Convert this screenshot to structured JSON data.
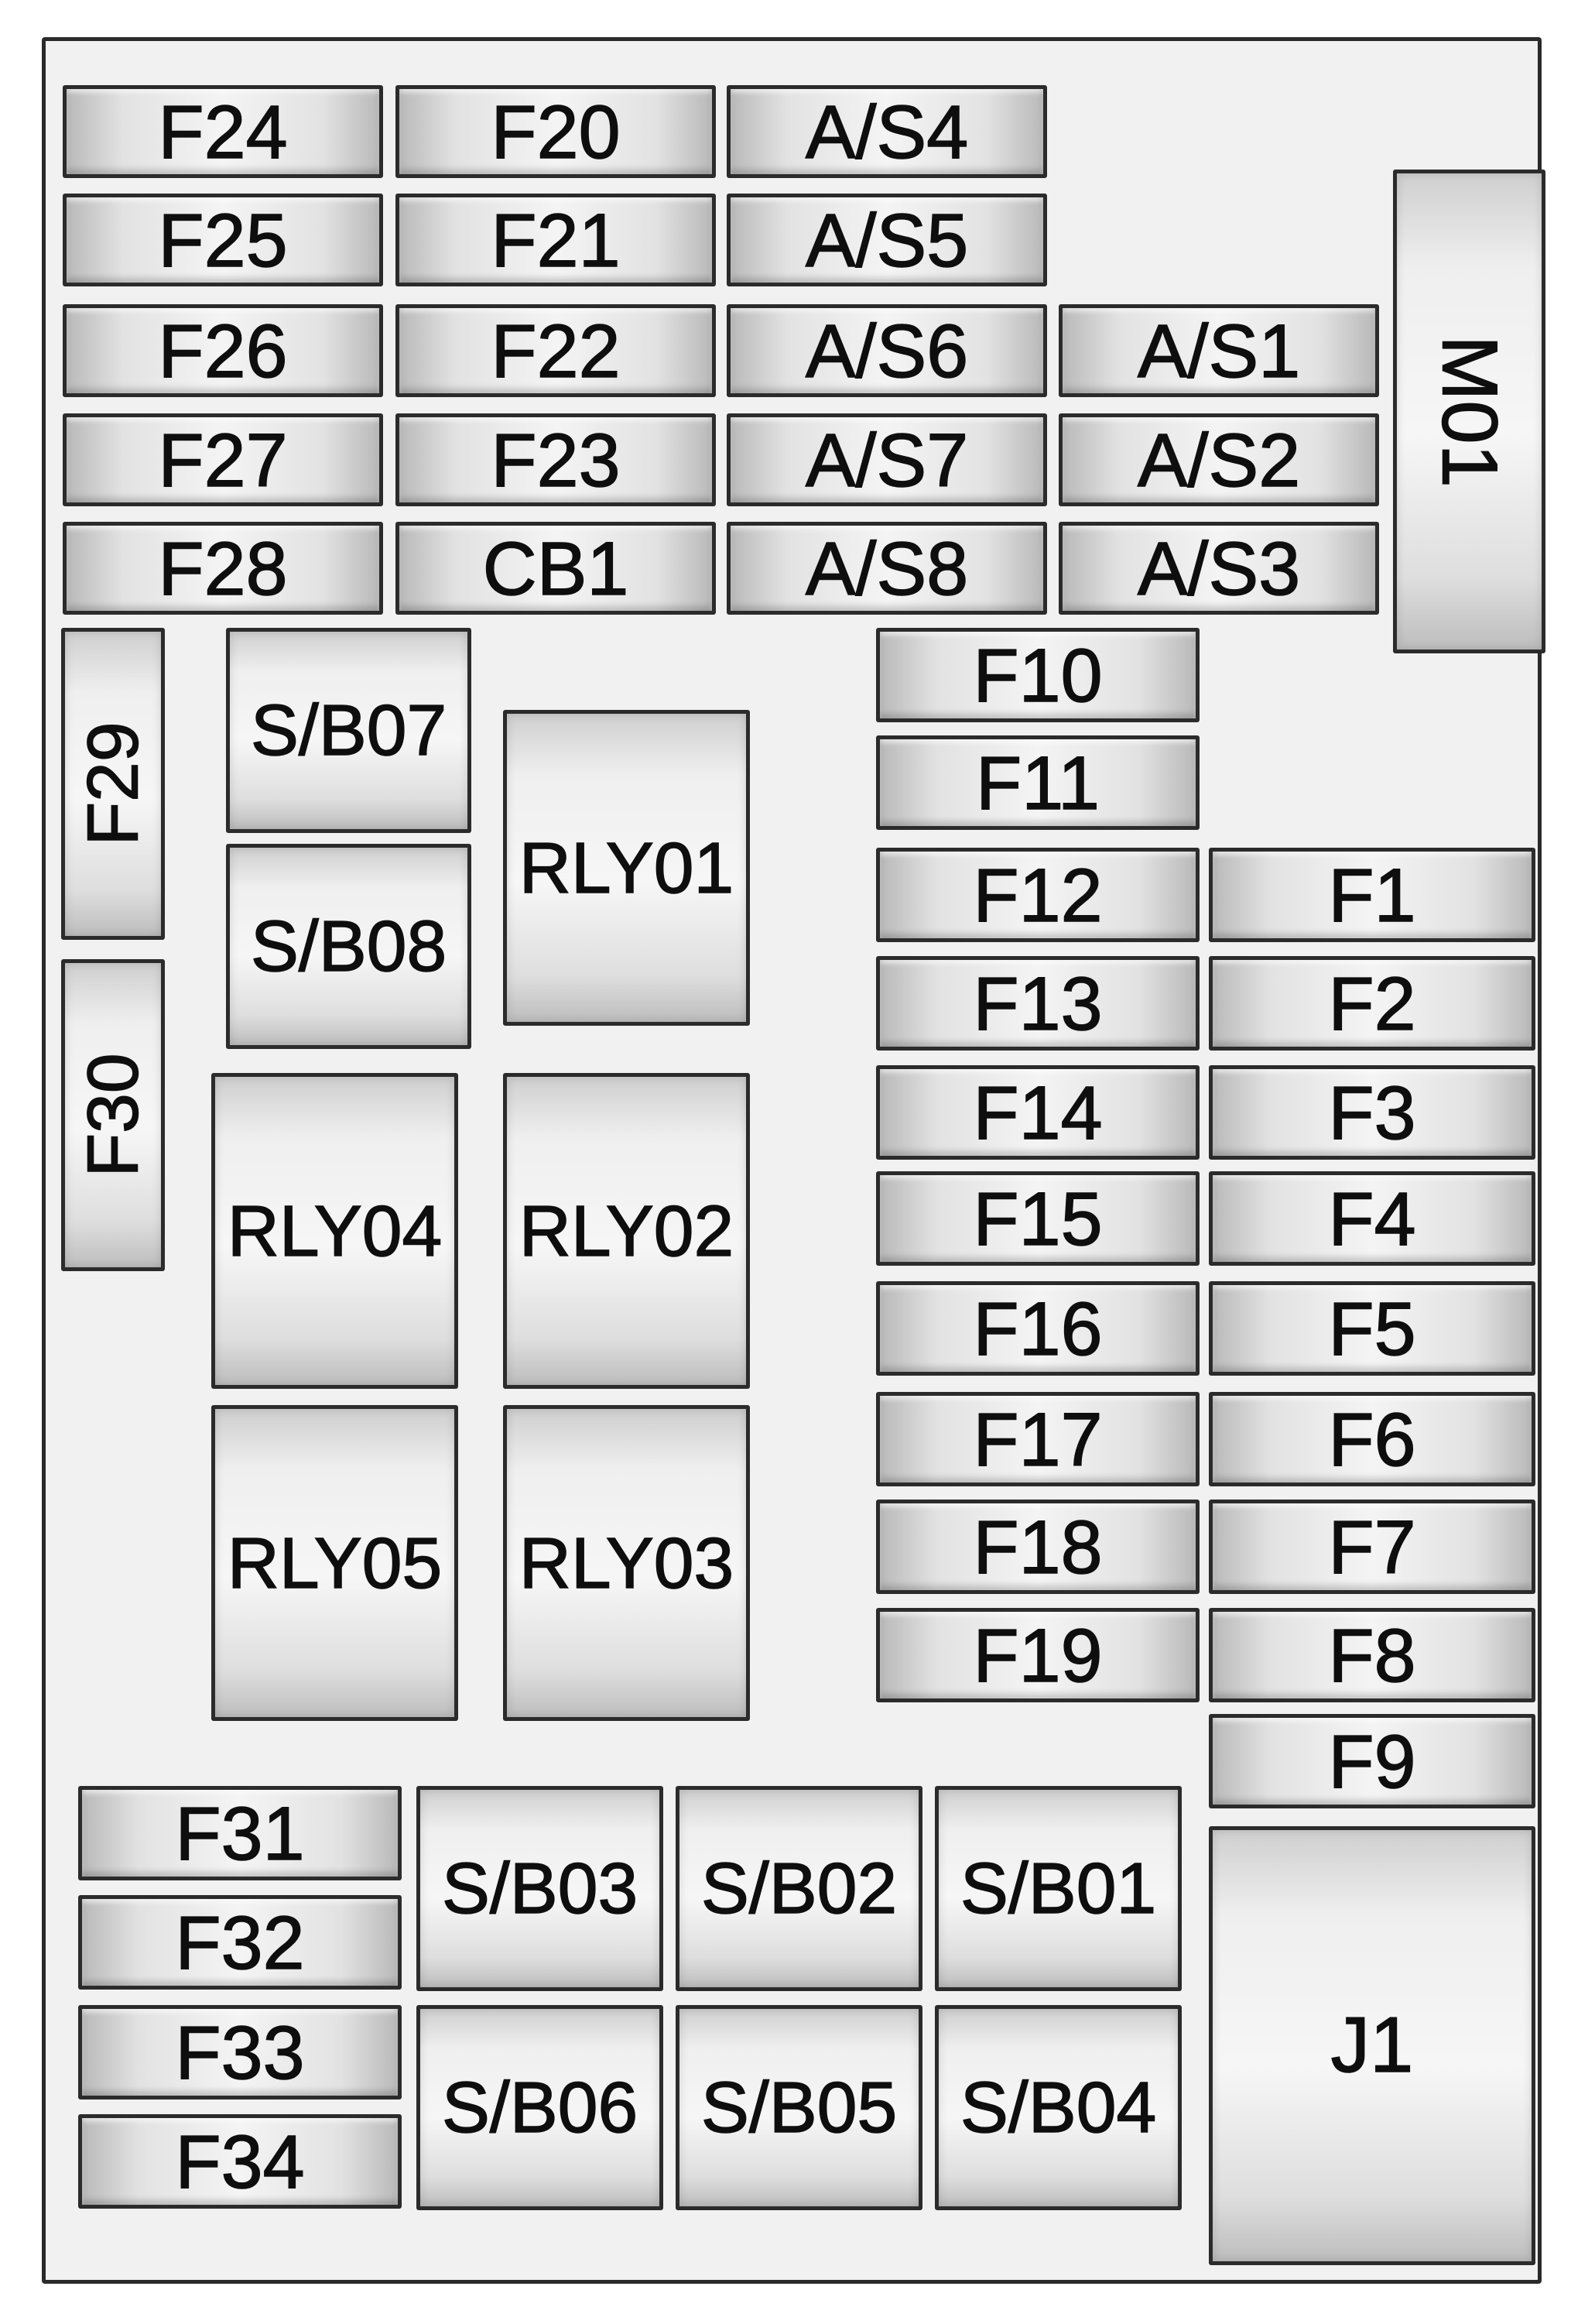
{
  "fuse_block": {
    "row1": [
      "F24",
      "F20",
      "A/S4"
    ],
    "row2": [
      "F25",
      "F21",
      "A/S5"
    ],
    "row3": [
      "F26",
      "F22",
      "A/S6",
      "A/S1"
    ],
    "row4": [
      "F27",
      "F23",
      "A/S7",
      "A/S2"
    ],
    "row5": [
      "F28",
      "CB1",
      "A/S8",
      "A/S3"
    ],
    "m01": "M01",
    "left_vertical": [
      "F29",
      "F30"
    ],
    "small_blocks": [
      "S/B07",
      "S/B08"
    ],
    "relays": [
      "RLY01",
      "RLY02",
      "RLY03",
      "RLY04",
      "RLY05"
    ],
    "right_col_a": [
      "F10",
      "F11",
      "F12",
      "F13",
      "F14",
      "F15",
      "F16",
      "F17",
      "F18",
      "F19"
    ],
    "right_col_b": [
      "F1",
      "F2",
      "F3",
      "F4",
      "F5",
      "F6",
      "F7",
      "F8",
      "F9"
    ],
    "bottom_fuses": [
      "F31",
      "F32",
      "F33",
      "F34"
    ],
    "bottom_blocks_top": [
      "S/B03",
      "S/B02",
      "S/B01"
    ],
    "bottom_blocks_bottom": [
      "S/B06",
      "S/B05",
      "S/B04"
    ],
    "j1": "J1"
  }
}
